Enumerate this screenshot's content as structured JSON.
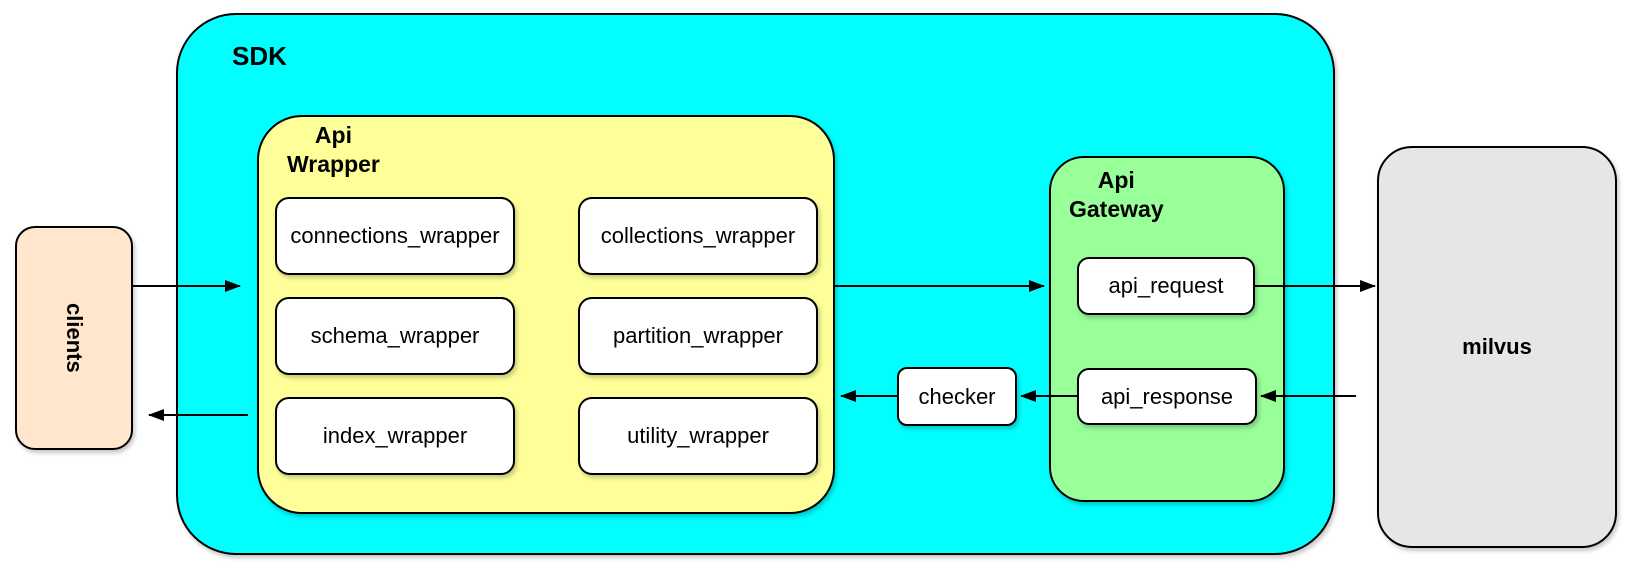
{
  "diagram": {
    "clients": {
      "label": "clients"
    },
    "sdk": {
      "label": "SDK"
    },
    "api_wrapper": {
      "label_line1": "Api",
      "label_line2": "Wrapper",
      "modules": [
        "connections_wrapper",
        "collections_wrapper",
        "schema_wrapper",
        "partition_wrapper",
        "index_wrapper",
        "utility_wrapper"
      ]
    },
    "checker": {
      "label": "checker"
    },
    "api_gateway": {
      "label_line1": "Api",
      "label_line2": "Gateway",
      "request_label": "api_request",
      "response_label": "api_response"
    },
    "milvus": {
      "label": "milvus"
    },
    "colors": {
      "sdk": "#00FFFF",
      "wrapper": "#FFFF99",
      "gateway": "#99FF99",
      "clients": "#FFE6CC",
      "milvus": "#E6E6E6",
      "node": "#FFFFFF",
      "border": "#000000"
    },
    "edges": [
      {
        "from": "clients",
        "to": "api_wrapper"
      },
      {
        "from": "api_wrapper",
        "to": "api_gateway"
      },
      {
        "from": "api_request",
        "to": "milvus"
      },
      {
        "from": "milvus",
        "to": "api_response"
      },
      {
        "from": "api_response",
        "to": "checker"
      },
      {
        "from": "checker",
        "to": "api_wrapper"
      },
      {
        "from": "sdk",
        "to": "clients"
      }
    ]
  }
}
